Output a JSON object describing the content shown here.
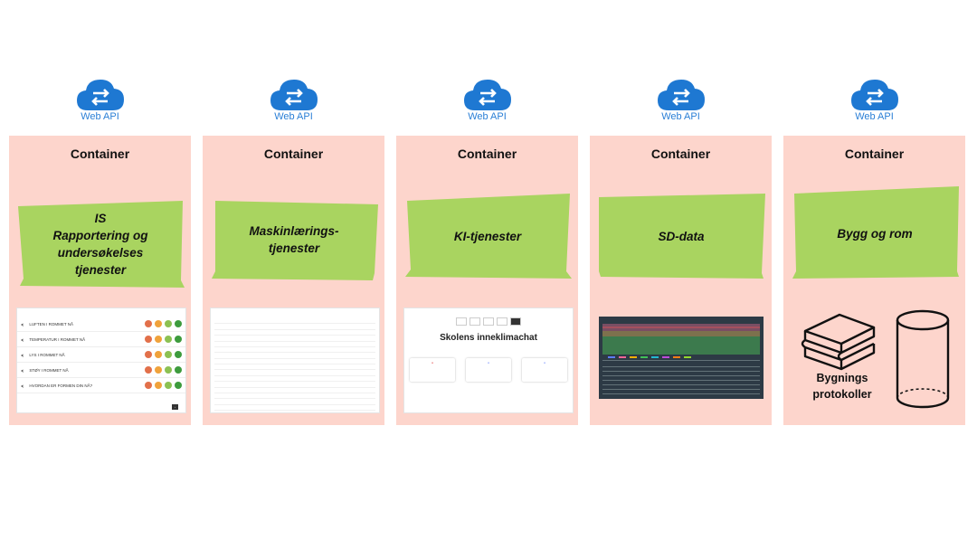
{
  "colors": {
    "background": "#ffffff",
    "container": "#fdd5cc",
    "tape": "#a9d460",
    "cloud": "#1e78d2",
    "api_text": "#2a7fd6"
  },
  "columns": [
    {
      "api_icon": "cloud-sync-icon",
      "api_label": "Web API",
      "container_title": "Container",
      "tape_lines": [
        "IS",
        "Rapportering og",
        "undersøkelses",
        "tjenester"
      ]
    },
    {
      "api_icon": "cloud-sync-icon",
      "api_label": "Web API",
      "container_title": "Container",
      "tape_lines": [
        "Maskinlærings-",
        "tjenester"
      ]
    },
    {
      "api_icon": "cloud-sync-icon",
      "api_label": "Web API",
      "container_title": "Container",
      "tape_lines": [
        "KI-tjenester"
      ]
    },
    {
      "api_icon": "cloud-sync-icon",
      "api_label": "Web API",
      "container_title": "Container",
      "tape_lines": [
        "SD-data"
      ]
    },
    {
      "api_icon": "cloud-sync-icon",
      "api_label": "Web API",
      "container_title": "Container",
      "tape_lines": [
        "Bygg og rom"
      ],
      "books_label_lines": [
        "Bygnings",
        "protokoller"
      ]
    }
  ],
  "survey_screenshot": {
    "rows": [
      "LUFTEN I ROMMET NÅ",
      "TEMPERATUR I ROMMET NÅ",
      "LYS I ROMMET NÅ",
      "STØY I ROMMET NÅ",
      "HVORDAN ER FORMEN DIN NÅ?"
    ]
  },
  "ki_screenshot": {
    "heading": "Skolens inneklimachat"
  }
}
